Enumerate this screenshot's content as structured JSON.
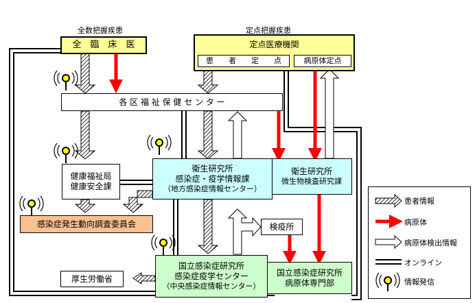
{
  "top_labels": {
    "all_count": "全数把握疾患",
    "sentinel": "定点把握疾患"
  },
  "boxes": {
    "all_clinics": "全　臨　床　医",
    "sentinel_inst": "定点医療機関",
    "patient_sentinel": "患　　者　　定　　点",
    "pathogen_sentinel": "病原体定点",
    "ward_center": "各 区 福 祉 保 健 セ ン タ ー",
    "health_bureau_1": "健康福祉局",
    "health_bureau_2": "健康安全課",
    "eisei_info_1": "衛生研究所",
    "eisei_info_2": "感染症・疫学情報課",
    "eisei_info_3": "（地方感染症情報センター）",
    "eisei_micro_1": "衛生研究所",
    "eisei_micro_2": "微生物検査研究課",
    "committee": "感染症発生動向調査委員会",
    "quarantine": "検疫所",
    "mhlw": "厚生労働省",
    "niid_1": "国立感染症研究所",
    "niid_2": "感染症疫学センター",
    "niid_3": "（中央感染症情報センター）",
    "niid_path_1": "国立感染症研究所",
    "niid_path_2": "病原体専門部"
  },
  "legend": {
    "patient_info": "患者情報",
    "specimen": "病原体",
    "pathogen_info": "病原体検出情報",
    "online": "オンライン",
    "broadcast": "情報発信"
  },
  "colors": {
    "yellow": "#ffff99",
    "cyan": "#ccffff",
    "orange": "#fac090",
    "green": "#ccffcc",
    "red": "#ff0000"
  }
}
